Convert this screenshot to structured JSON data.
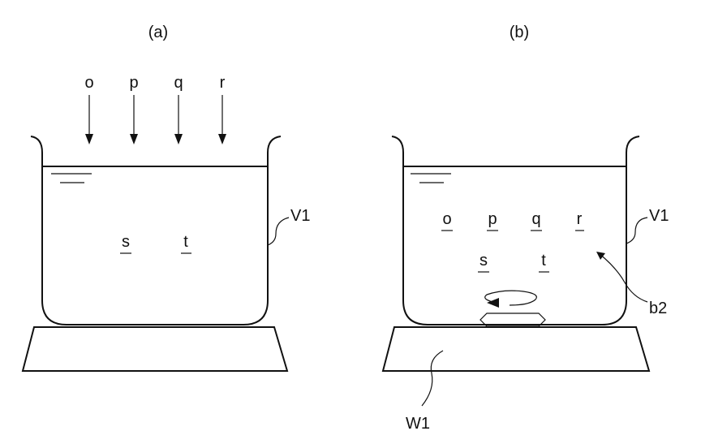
{
  "panels": {
    "a": {
      "caption": "(a)",
      "arrow_labels": [
        "o",
        "p",
        "q",
        "r"
      ],
      "liquid_labels": [
        "s",
        "t"
      ],
      "vessel_label": "V1"
    },
    "b": {
      "caption": "(b)",
      "row1_labels": [
        "o",
        "p",
        "q",
        "r"
      ],
      "row2_labels": [
        "s",
        "t"
      ],
      "vessel_label": "V1",
      "stirrer_label": "b2",
      "stand_label": "W1"
    }
  },
  "colors": {
    "line": "#111111",
    "background": "#ffffff"
  }
}
